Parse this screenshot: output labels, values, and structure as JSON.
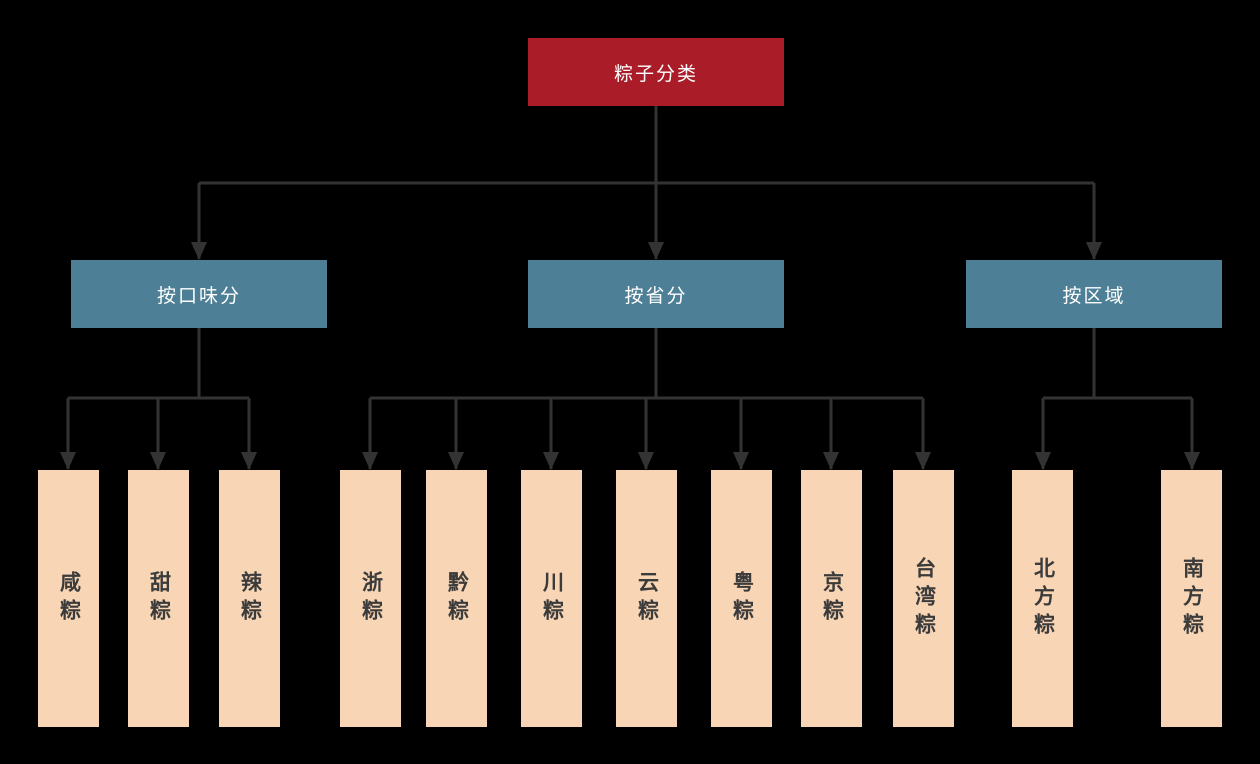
{
  "diagram": {
    "root": {
      "label": "粽子分类"
    },
    "groups": [
      {
        "label": "按口味分",
        "leaves": [
          "咸粽",
          "甜粽",
          "辣粽"
        ]
      },
      {
        "label": "按省分",
        "leaves": [
          "浙粽",
          "黔粽",
          "川粽",
          "云粽",
          "粤粽",
          "京粽",
          "台湾粽"
        ]
      },
      {
        "label": "按区域",
        "leaves": [
          "北方粽",
          "南方粽"
        ]
      }
    ],
    "colors": {
      "background": "#000000",
      "root_bg": "#A91C28",
      "root_text": "#FFFFFF",
      "group_bg": "#4D7F96",
      "group_text": "#FFFFFF",
      "leaf_bg": "#F8D5B5",
      "leaf_text": "#3B3B3B",
      "line": "#333333"
    }
  }
}
